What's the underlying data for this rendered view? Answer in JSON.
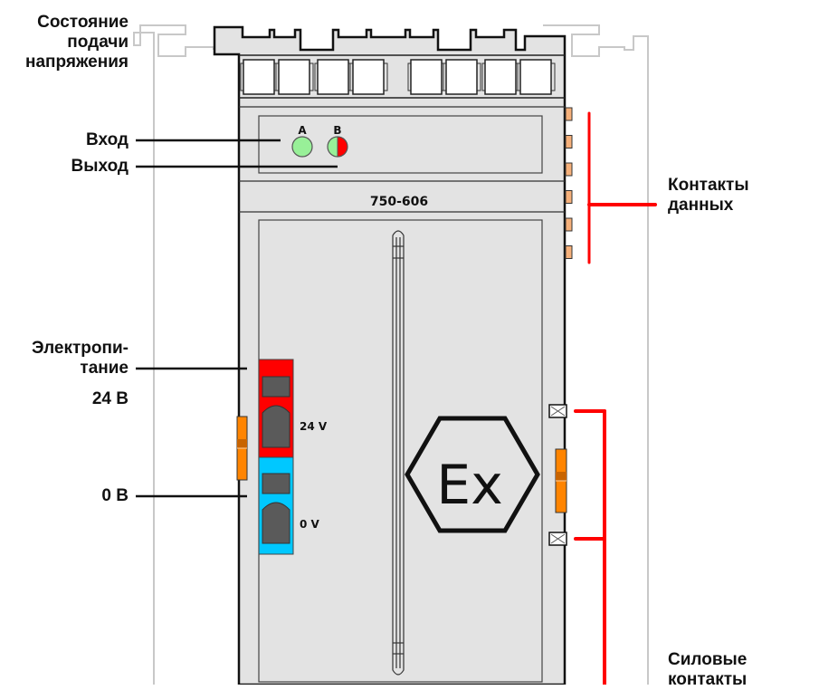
{
  "diagram": {
    "title": "WAGO I/O module 750-606 (Ex) overview",
    "module_label": "750-606",
    "colors": {
      "housing": "#e3e3e3",
      "outline": "#111111",
      "ghost_outline": "#c8c8c8",
      "callout_red": "#ff0000",
      "led_green": "#98f098",
      "led_red": "#ff0000",
      "contact_orange": "#f6b07a",
      "slider_orange": "#ff8400",
      "terminal_red": "#ff0000",
      "terminal_blue": "#00c8ff",
      "terminal_dark": "#5a5a5a"
    },
    "leds": [
      {
        "id": "A",
        "label": "A",
        "state": "green"
      },
      {
        "id": "B",
        "label": "B",
        "state": "green-red"
      }
    ],
    "terminals": [
      {
        "label": "24 V",
        "color": "red"
      },
      {
        "label": "0 V",
        "color": "blue"
      }
    ],
    "ex_symbol": "Ex",
    "data_contacts_count": 6,
    "power_contacts_count": 2
  },
  "labels": {
    "power_status": "Состояние\nподачи\nнапряжения",
    "input": "Вход",
    "output": "Выход",
    "supply": "Электропи-\nтание",
    "supply_24v": "24 В",
    "supply_0v": "0 В",
    "data_contacts": "Контакты\nданных",
    "power_contacts": "Силовые\nконтакты"
  }
}
